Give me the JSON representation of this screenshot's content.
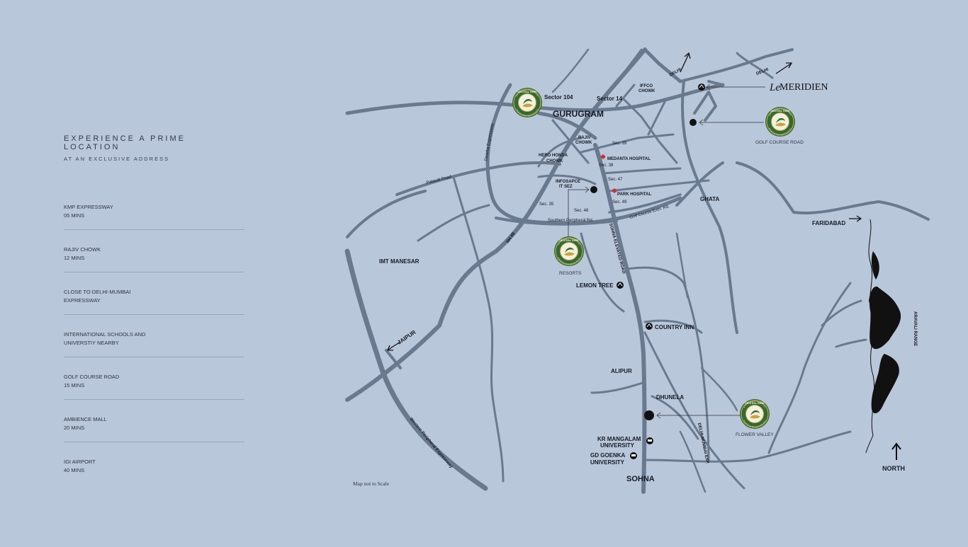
{
  "sidebar": {
    "title": "EXPERIENCE A PRIME LOCATION",
    "subtitle": "AT AN EXCLUSIVE ADDRESS",
    "items": [
      {
        "line1": "KMP EXPRESSWAY",
        "line2": "05 MINS"
      },
      {
        "line1": "RAJIV CHOWK",
        "line2": "12 MINS"
      },
      {
        "line1": "CLOSE TO DELHI-MUMBAI",
        "line2": "EXPRESSWAY"
      },
      {
        "line1": "INTERNATIONAL SCHOOLS AND",
        "line2": "UNIVERSTIY NEARBY"
      },
      {
        "line1": "GOLF COURSE ROAD",
        "line2": "15 MINS"
      },
      {
        "line1": "AMBIENCE MALL",
        "line2": "20 MINS"
      },
      {
        "line1": "IGI AIRPORT",
        "line2": "40 MINS"
      }
    ]
  },
  "map": {
    "city": "GURUGRAM",
    "sector_104": "Sector 104",
    "sector_14": "Sector 14",
    "iffco_1": "IFFCO",
    "iffco_2": "CHOWK",
    "delhi_ne": "DELHI",
    "delhi_e": "DELHI",
    "le_meridien_le": "Le",
    "le_meridien": "MERIDIEN",
    "golf_course_road": "GOLF COURSE ROAD",
    "rajiv_1": "RAJIV",
    "rajiv_2": "CHOWK",
    "sec39": "Sec. 39",
    "sec38": "Sec. 38",
    "sec47": "Sec. 47",
    "sec49": "Sec. 49",
    "sec48": "Sec. 48",
    "sec35": "Sec. 35",
    "medanta": "MEDANTA HOSPITAL",
    "park_hospital": "PARK HOSPITAL",
    "hero_1": "HERO HONDA",
    "hero_2": "CHOWK",
    "infospace_1": "INFOSAPCE",
    "infospace_2": "IT SEZ",
    "dwarka": "Dwarka Expressway",
    "pataudi": "Pataudi Road",
    "ghata": "GHATA",
    "faridabad": "FARIDABAD",
    "southern_peripheral": "Southern Peripheral Rd.",
    "golf_ext": "Golf Course Extn. Rd.",
    "sohna_elevated": "SOHNA ELEVATED ROAD",
    "nh48": "NH 48",
    "resorts": "RESORTS",
    "imt_manesar": "IMT MANESAR",
    "lemon_tree": "LEMON TREE",
    "country_inn": "COUNTRY INN",
    "jaipur": "JAIPUR",
    "alipur": "ALIPUR",
    "dhunela": "DHUNELA",
    "flower_valley": "FLOWER VALLEY",
    "kr_1": "KR MANGALAM",
    "kr_2": "UNIVERSITY",
    "gd_1": "GD GOENKA",
    "gd_2": "UNIVERSITY",
    "sohna": "SOHNA",
    "delhi_mumbai_exp": "DELHI-MUMBAI EXP.",
    "western_peripheral": "Western Peripheral Expressway",
    "aravali": "ARAVALI RANGE",
    "north": "NORTH",
    "scale_note": "Map not to Scale",
    "logo_text": "CENTRAL PARK"
  },
  "colors": {
    "background": "#b9c7db",
    "road": "#6a7a8e",
    "logo_green": "#2f6b3a",
    "logo_gold": "#c9a33a",
    "hospital_red": "#d22b2b"
  }
}
